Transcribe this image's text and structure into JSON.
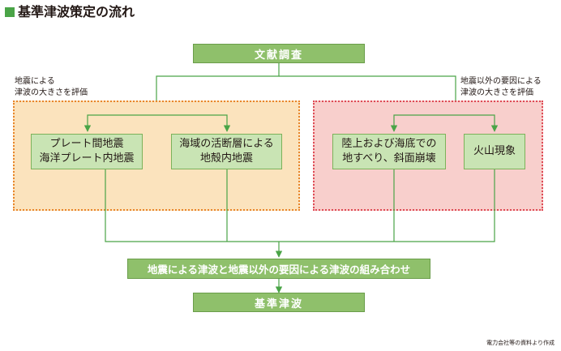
{
  "title": "基準津波策定の流れ",
  "colors": {
    "accent_green": "#4aa447",
    "box_green": "#8fc06b",
    "box_light_green": "#c9e4b4",
    "zone_orange_fill": "#fbe3bd",
    "zone_orange_border": "#e8852a",
    "zone_pink_fill": "#f8cfcc",
    "zone_pink_border": "#de4a55",
    "connector": "#4aa447"
  },
  "top_box": "文献調査",
  "left_group": {
    "label_lines": [
      "地震による",
      "津波の大きさを評価"
    ],
    "boxes": [
      {
        "lines": [
          "プレート間地震",
          "海洋プレート内地震"
        ]
      },
      {
        "lines": [
          "海域の活断層による",
          "地殻内地震"
        ]
      }
    ]
  },
  "right_group": {
    "label_lines": [
      "地震以外の要因による",
      "津波の大きさを評価"
    ],
    "boxes": [
      {
        "lines": [
          "陸上および海底での",
          "地すべり、斜面崩壊"
        ]
      },
      {
        "lines": [
          "火山現象"
        ]
      }
    ]
  },
  "combine_box": "地震による津波と地震以外の要因による津波の組み合わせ",
  "final_box": "基準津波",
  "source_note": "電力会社等の資料より作成"
}
